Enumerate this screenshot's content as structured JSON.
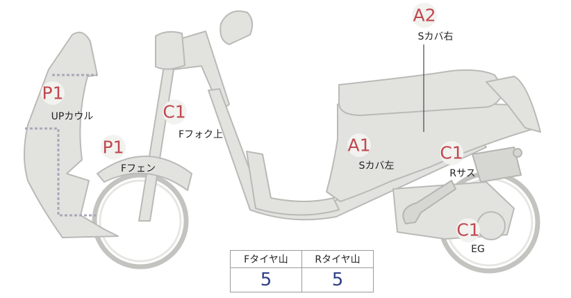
{
  "zones": [
    {
      "id": "p1_cowl",
      "code": "P1",
      "label": "UPカウル",
      "color": "#c0484f"
    },
    {
      "id": "c1_fork",
      "code": "C1",
      "label": "Fフォク上",
      "color": "#c0484f"
    },
    {
      "id": "p1_fender",
      "code": "P1",
      "label": "Fフェン",
      "color": "#c0484f"
    },
    {
      "id": "a2_cover_right",
      "code": "A2",
      "label": "Sカバ右",
      "color": "#c0484f"
    },
    {
      "id": "a1_cover_left",
      "code": "A1",
      "label": "Sカバ左",
      "color": "#c0484f"
    },
    {
      "id": "c1_rear_sus",
      "code": "C1",
      "label": "Rサス",
      "color": "#c0484f"
    },
    {
      "id": "c1_engine",
      "code": "C1",
      "label": "EG",
      "color": "#c0484f"
    }
  ],
  "tread_table": {
    "headers": [
      "Fタイヤ山",
      "Rタイヤ山"
    ],
    "values": [
      "5",
      "5"
    ],
    "value_color": "#2e3f86"
  }
}
